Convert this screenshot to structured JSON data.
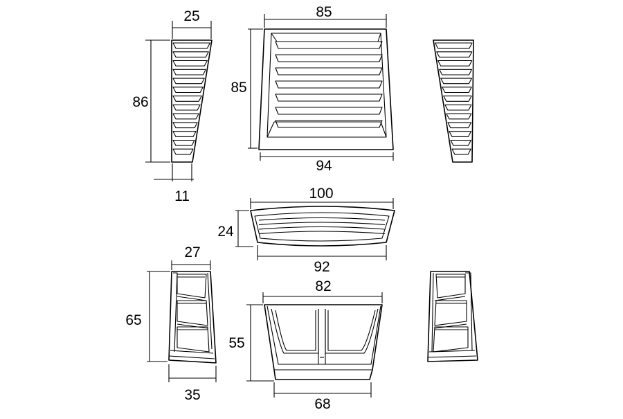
{
  "dimensions": {
    "vent_a_top_width": "25",
    "vent_a_height": "86",
    "vent_a_bottom_width": "11",
    "vent_b_top_width": "85",
    "vent_b_height": "85",
    "vent_b_bottom_width": "94",
    "vent_c_top_width": "100",
    "vent_c_height": "24",
    "vent_c_bottom_width": "92",
    "vent_d_top_width": "27",
    "vent_d_height": "65",
    "vent_d_bottom_width": "35",
    "vent_e_top_width": "82",
    "vent_e_height": "55",
    "vent_e_bottom_width": "68"
  }
}
